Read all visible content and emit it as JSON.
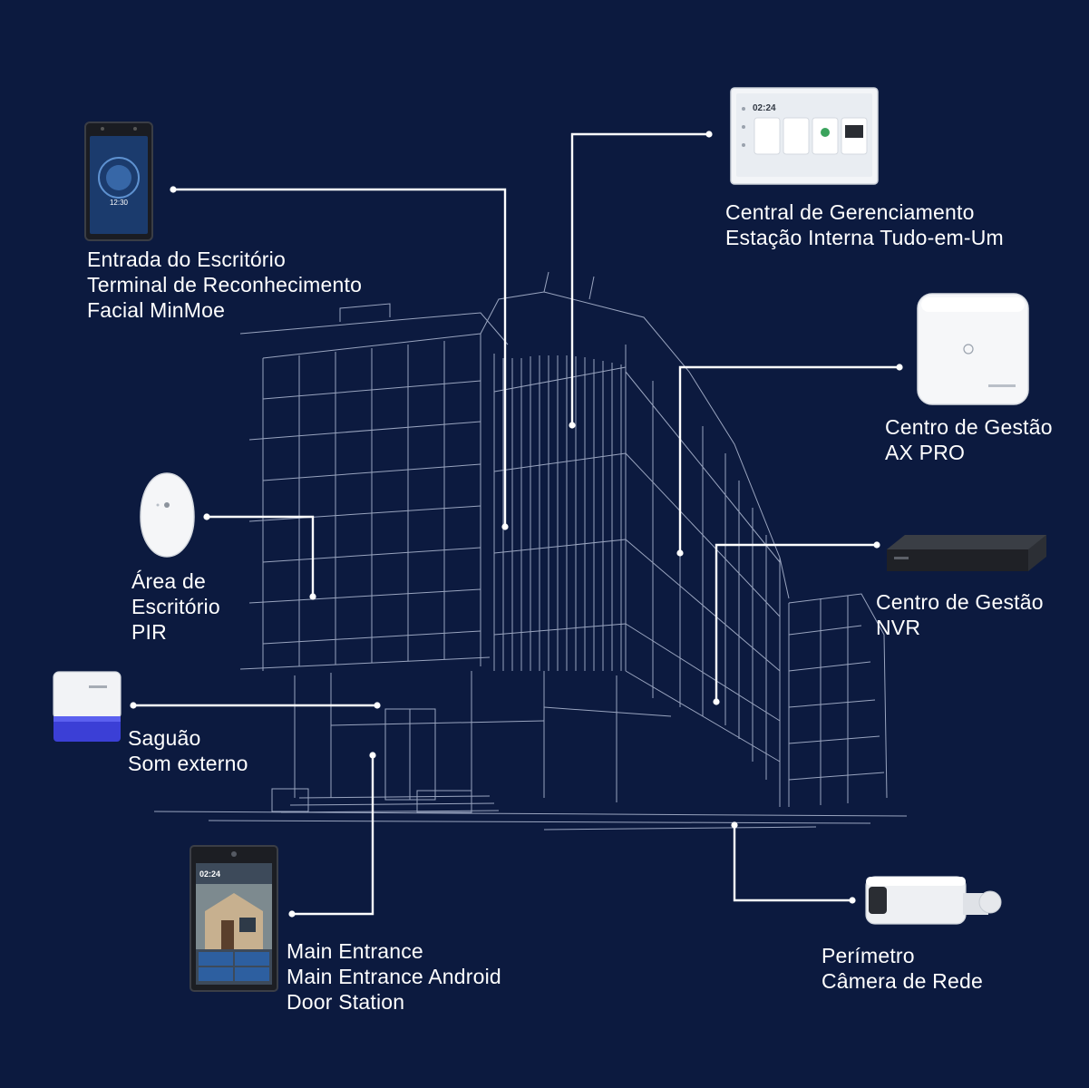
{
  "colors": {
    "background": "#0c1a3f",
    "line": "#ffffff",
    "building_stroke": "#c9d3ea",
    "siren_blue": "#3b3fd6",
    "screen_dark": "#14161c"
  },
  "devices": [
    {
      "id": "face-terminal",
      "icon": "face-recognition-terminal-icon",
      "lines": [
        "Entrada do Escritório",
        "Terminal de Reconhecimento",
        "Facial MinMoe"
      ],
      "screen_time": "12:30"
    },
    {
      "id": "indoor-station",
      "icon": "indoor-station-icon",
      "lines": [
        "Central de Gerenciamento",
        "Estação Interna Tudo-em-Um"
      ],
      "screen_time": "02:24"
    },
    {
      "id": "ax-pro",
      "icon": "ax-pro-hub-icon",
      "lines": [
        "Centro de Gestão",
        "AX PRO"
      ]
    },
    {
      "id": "pir",
      "icon": "pir-sensor-icon",
      "lines": [
        "Área de",
        "Escritório",
        "PIR"
      ]
    },
    {
      "id": "nvr",
      "icon": "nvr-recorder-icon",
      "lines": [
        "Centro de Gestão",
        "NVR"
      ]
    },
    {
      "id": "siren",
      "icon": "outdoor-siren-icon",
      "lines": [
        "Saguão",
        "Som externo"
      ]
    },
    {
      "id": "door-station",
      "icon": "door-station-icon",
      "lines": [
        "Main Entrance",
        "Main Entrance Android",
        "Door Station"
      ],
      "screen_time": "02:24"
    },
    {
      "id": "camera",
      "icon": "bullet-camera-icon",
      "lines": [
        "Perímetro",
        "Câmera de Rede"
      ]
    }
  ]
}
